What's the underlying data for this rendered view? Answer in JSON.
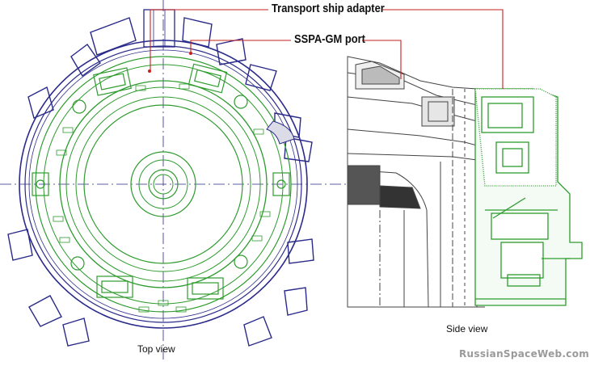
{
  "labels": {
    "transport_adapter": "Transport ship adapter",
    "ssp_port": "SSPA-GM port",
    "top_view": "Top view",
    "side_view": "Side view",
    "credit": "RussianSpaceWeb.com"
  },
  "colors": {
    "green": "#2e9b2e",
    "navy": "#2a2a8a",
    "red": "#c81e1e",
    "ink": "#333333",
    "credit": "#9a9a9a"
  }
}
